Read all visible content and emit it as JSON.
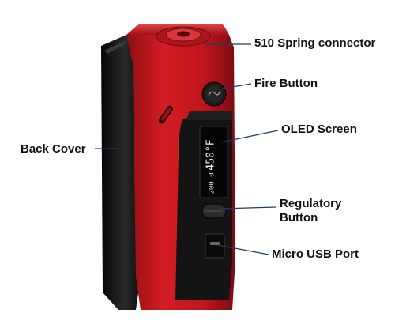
{
  "device": {
    "body_color": "#c4161c",
    "side_color": "#151515",
    "screen": {
      "main_reading": "450°F",
      "sub_reading": "200.0"
    }
  },
  "callouts": {
    "spring_connector": "510 Spring connector",
    "fire_button": "Fire Button",
    "oled_screen": "OLED Screen",
    "back_cover": "Back Cover",
    "regulatory_button_line1": "Regulatory",
    "regulatory_button_line2": "Button",
    "micro_usb_port": "Micro USB Port"
  },
  "colors": {
    "label_text": "#111111",
    "leader_line": "#1f3c6e"
  }
}
